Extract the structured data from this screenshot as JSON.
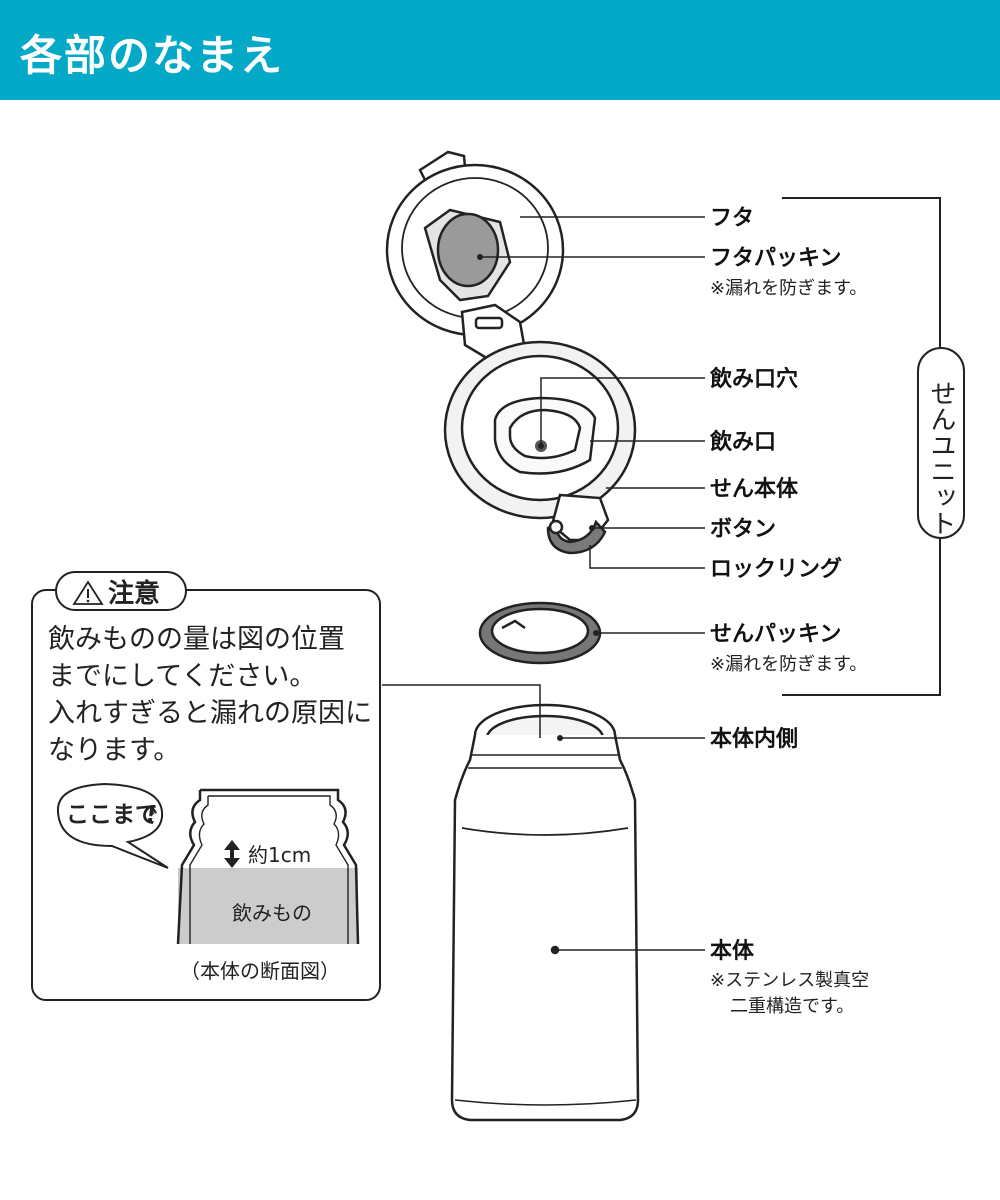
{
  "header": {
    "title": "各部のなまえ",
    "bg_color": "#03a9c6"
  },
  "parts": {
    "futa": "フタ",
    "futa_packing": "フタパッキン",
    "futa_packing_note": "※漏れを防ぎます。",
    "nomiguchi_ana": "飲み口穴",
    "nomiguchi": "飲み口",
    "sen_hontai": "せん本体",
    "button": "ボタン",
    "lock_ring": "ロックリング",
    "sen_packing": "せんパッキン",
    "sen_packing_note": "※漏れを防ぎます。",
    "hontai_uchigawa": "本体内側",
    "hontai": "本体",
    "hontai_note_1": "※ステンレス製真空",
    "hontai_note_2": "二重構造です。"
  },
  "sen_unit": {
    "label": "せんユニット"
  },
  "caution": {
    "title": "注意",
    "lines": [
      "飲みものの量は図の位置",
      "までにしてください。",
      "入れすぎると漏れの原因に",
      "なります。"
    ],
    "bubble": "ここまで",
    "bubble_mark": "!",
    "gap": "約1cm",
    "drink": "飲みもの",
    "caption": "（本体の断面図）"
  }
}
